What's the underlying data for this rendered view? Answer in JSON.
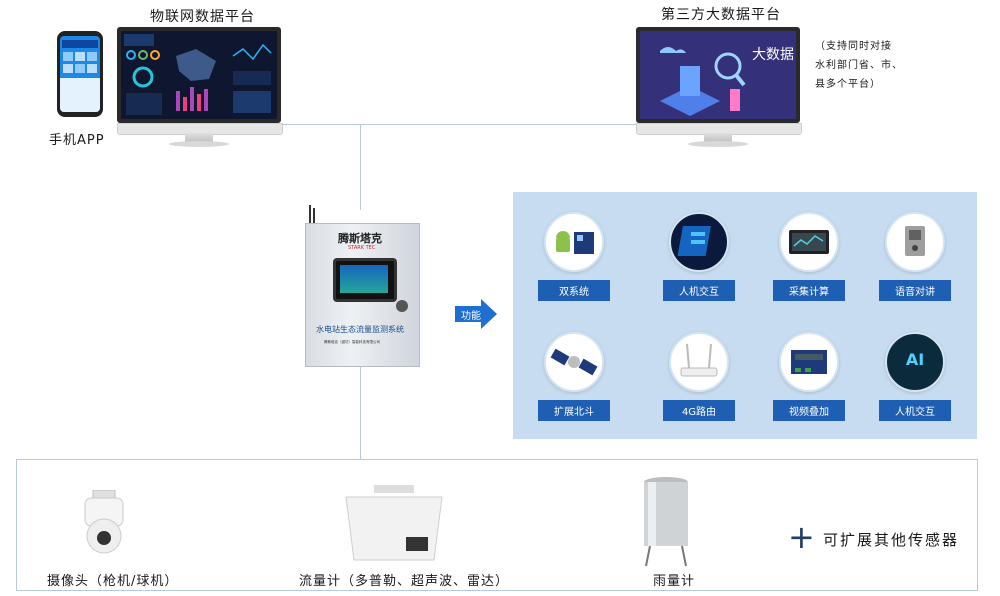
{
  "top": {
    "iot_platform_title": "物联网数据平台",
    "third_party_title": "第三方大数据平台",
    "third_party_note_line1": "（支持同时对接",
    "third_party_note_line2": "水利部门省、市、",
    "third_party_note_line3": "县多个平台）",
    "mobile_app_label": "手机APP",
    "bigdata_screen_text": "大数据"
  },
  "device": {
    "brand": "腾斯塔克",
    "brand_en": "STARK TEC",
    "system_name": "水电站生态流量监测系统",
    "company_small": "腾斯塔克（潍坊）智能科技有限公司"
  },
  "function_arrow_label": "功能",
  "functions": [
    {
      "label": "双系统",
      "icon": "android-board-icon"
    },
    {
      "label": "人机交互",
      "icon": "touch-screen-icon"
    },
    {
      "label": "采集计算",
      "icon": "tablet-icon"
    },
    {
      "label": "语音对讲",
      "icon": "intercom-icon"
    },
    {
      "label": "扩展北斗",
      "icon": "satellite-icon"
    },
    {
      "label": "4G路由",
      "icon": "router-icon"
    },
    {
      "label": "视频叠加",
      "icon": "video-module-icon"
    },
    {
      "label": "人机交互",
      "icon": "ai-icon"
    }
  ],
  "ai_text": "AI",
  "sensors": {
    "camera_label": "摄像头（枪机/球机）",
    "flowmeter_label": "流量计（多普勒、超声波、雷达）",
    "raingauge_label": "雨量计",
    "expand_plus": "+",
    "expand_label": "可扩展其他传感器"
  },
  "colors": {
    "panel_bg": "#c7dcf0",
    "button_blue": "#1f5fb3",
    "arrow_blue": "#1f6fd1",
    "line": "#b8c9dc"
  }
}
